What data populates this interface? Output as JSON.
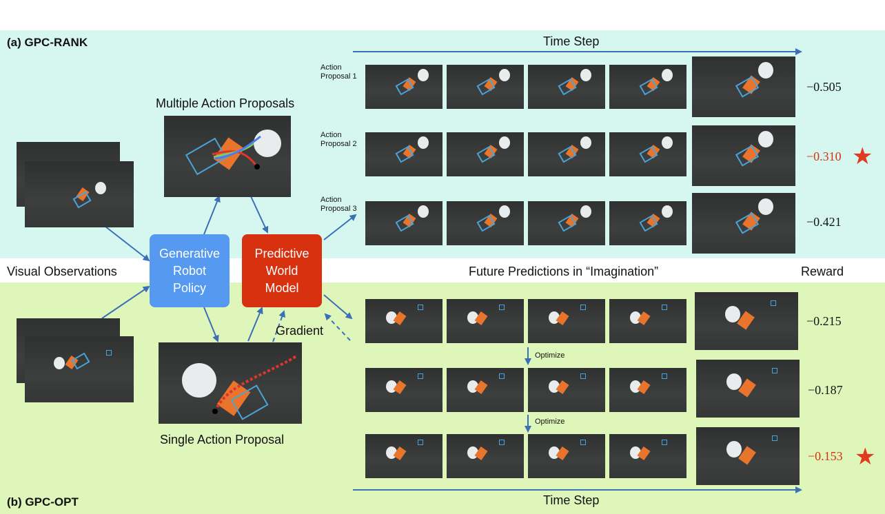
{
  "panels": {
    "top_title": "(a) GPC-RANK",
    "bottom_title": "(b) GPC-OPT"
  },
  "labels": {
    "time_step_top": "Time Step",
    "time_step_bottom": "Time Step",
    "multiple_action_proposals": "Multiple Action Proposals",
    "single_action_proposal": "Single Action Proposal",
    "visual_observations": "Visual Observations",
    "future_predictions": "Future Predictions in “Imagination”",
    "reward": "Reward",
    "gradient": "Gradient",
    "optimize_1": "Optimize",
    "optimize_2": "Optimize"
  },
  "boxes": {
    "policy": "Generative Robot Policy",
    "world_model": "Predictive World Model"
  },
  "rank_rows": [
    {
      "label": "Action Proposal 1",
      "reward": "−0.505",
      "best": false
    },
    {
      "label": "Action Proposal 2",
      "reward": "−0.310",
      "best": true
    },
    {
      "label": "Action Proposal 3",
      "reward": "−0.421",
      "best": false
    }
  ],
  "opt_rows": [
    {
      "reward": "−0.215",
      "best": false
    },
    {
      "reward": "−0.187",
      "best": false
    },
    {
      "reward": "−0.153",
      "best": true
    }
  ],
  "colors": {
    "top_band": "#d6f6f0",
    "bottom_band": "#dff6bb",
    "policy_box": "#5599f0",
    "world_model_box": "#d8310f",
    "arrow": "#3b6fb6",
    "best_reward": "#d8310f"
  },
  "icons": {
    "best_marker": "star"
  }
}
